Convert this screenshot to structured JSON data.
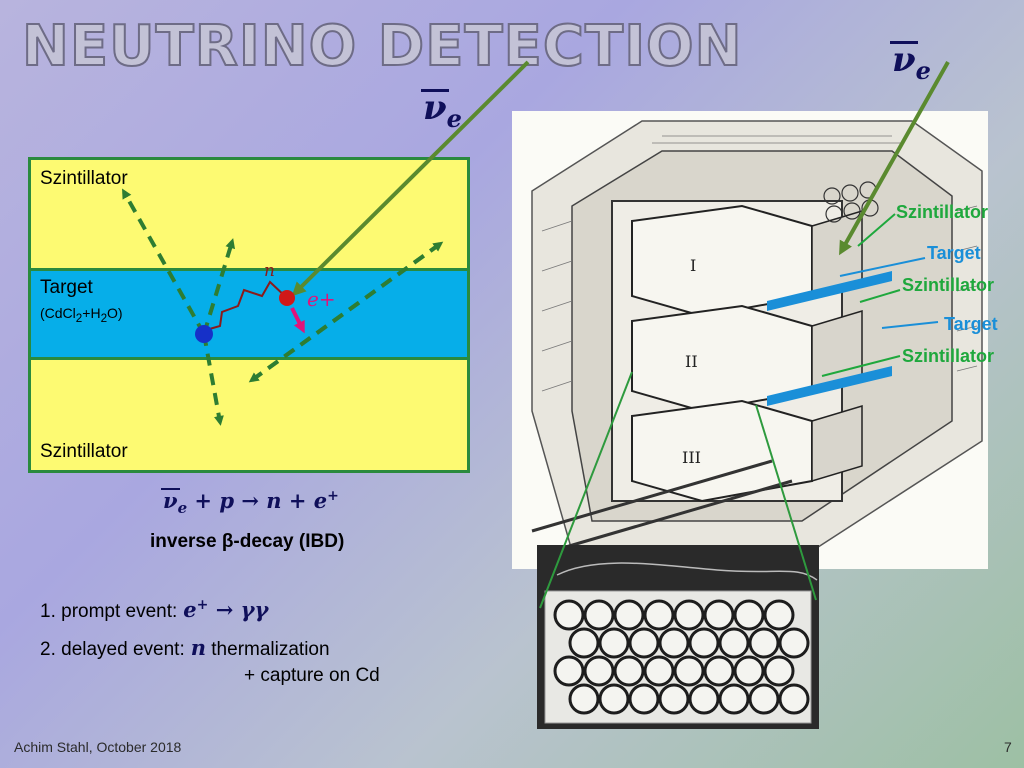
{
  "title": "NEUTRINO DETECTION",
  "neutrino_symbol": "ν",
  "neutrino_subscript": "e",
  "layers": {
    "scintillator_top": "Szintillator",
    "target": "Target",
    "target_sub_prefix": "(CdCl",
    "target_sub_2a": "2",
    "target_sub_mid": "+H",
    "target_sub_2b": "2",
    "target_sub_suffix": "O)",
    "scintillator_bottom": "Szintillator"
  },
  "particles": {
    "neutron": "n",
    "positron": "e+"
  },
  "reaction": {
    "nu": "ν",
    "nu_sub": "e",
    "rest": " + p → n + e",
    "sup": "+",
    "caption": "inverse β-decay (IBD)"
  },
  "events": {
    "prompt_label": "1. prompt event:",
    "prompt_formula": "e",
    "prompt_sup": "+",
    "prompt_rest": " → γγ",
    "delayed_label": "2. delayed event:",
    "delayed_symbol": "n",
    "delayed_text": " thermalization",
    "delayed_line2": "+ capture on Cd"
  },
  "photo_labels": {
    "scint1": "Szintillator",
    "target1": "Target",
    "scint2": "Szintillator",
    "target2": "Target",
    "scint3": "Szintillator"
  },
  "tank_numerals": [
    "I",
    "II",
    "III"
  ],
  "footer": "Achim Stahl, October 2018",
  "page_number": "7",
  "colors": {
    "scintillator": "#fdfa72",
    "target": "#06aee9",
    "arrow_green": "#2e7d32",
    "neutrino_arrow": "#5a8a2f",
    "positron": "#e0147a",
    "label_green": "#1fa83d",
    "label_blue": "#1a8fd8"
  }
}
